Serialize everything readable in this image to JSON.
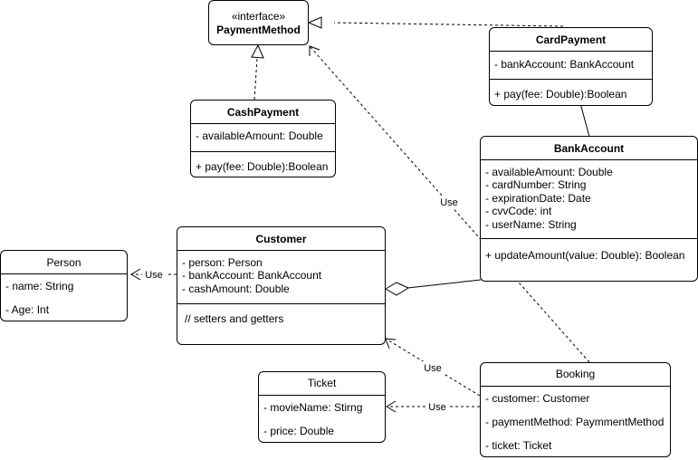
{
  "classes": {
    "payment_method": {
      "stereotype": "«interface»",
      "name": "PaymentMethod"
    },
    "card_payment": {
      "name": "CardPayment",
      "attributes": [
        "- bankAccount: BankAccount"
      ],
      "operations": [
        "+ pay(fee: Double):Boolean"
      ]
    },
    "cash_payment": {
      "name": "CashPayment",
      "attributes": [
        "- availableAmount: Double"
      ],
      "operations": [
        "+ pay(fee: Double):Boolean"
      ]
    },
    "bank_account": {
      "name": "BankAccount",
      "attributes": [
        "- availableAmount: Double",
        "- cardNumber: String",
        "- expirationDate: Date",
        "- cvvCode: int",
        "- userName: String"
      ],
      "operations": [
        "+ updateAmount(value: Double): Boolean"
      ]
    },
    "customer": {
      "name": "Customer",
      "attributes": [
        "- person: Person",
        "- bankAccount: BankAccount",
        "- cashAmount: Double"
      ],
      "operations": [
        "// setters and getters"
      ]
    },
    "person": {
      "name": "Person",
      "fields": [
        "- name: String",
        "- Age: Int"
      ]
    },
    "ticket": {
      "name": "Ticket",
      "fields": [
        "- movieName: Stirng",
        "- price: Double"
      ]
    },
    "booking": {
      "name": "Booking",
      "fields": [
        "- customer: Customer",
        "- paymentMethod: PaymmentMethod",
        "- ticket: Ticket"
      ]
    }
  },
  "relations": {
    "booking_payment_method": "Use",
    "customer_person": "Use",
    "booking_customer": "Use",
    "booking_ticket": "Use"
  }
}
